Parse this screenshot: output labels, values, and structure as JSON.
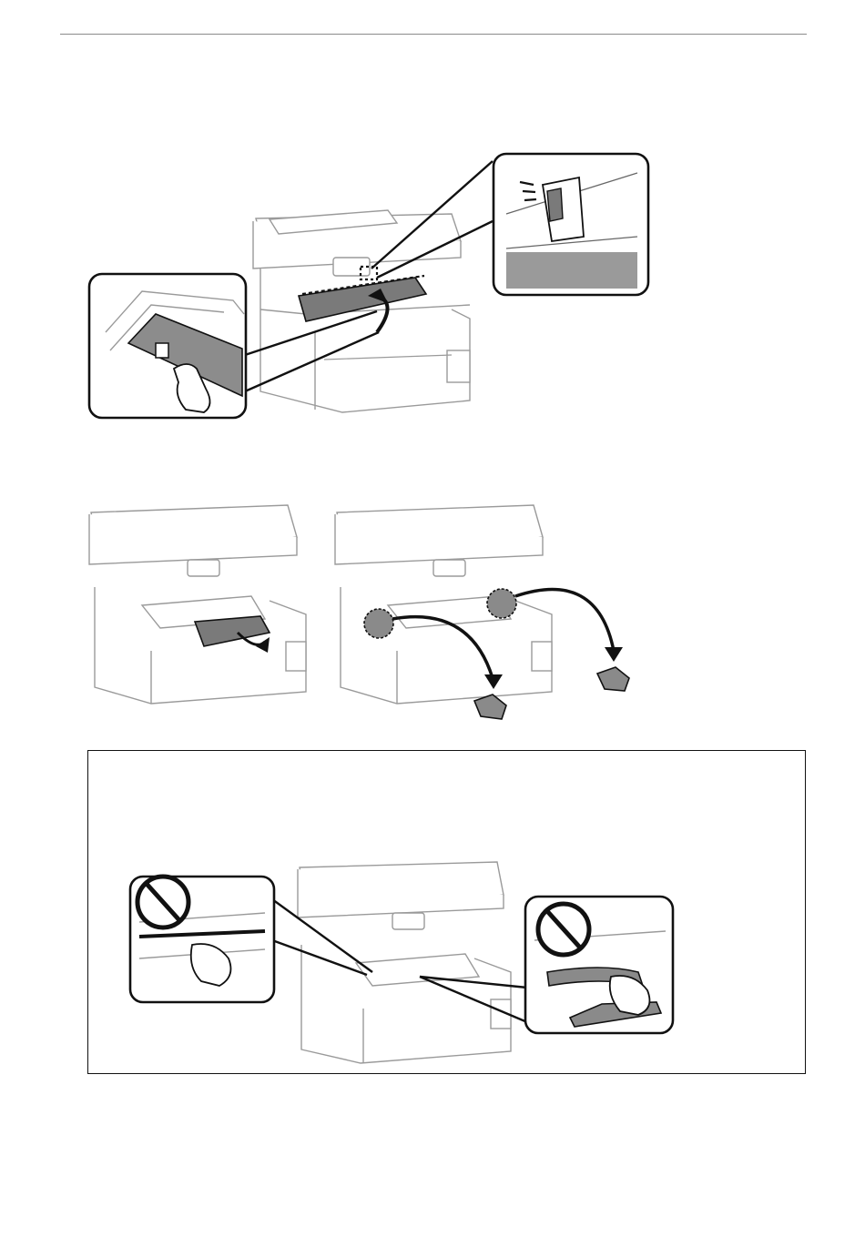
{
  "page": {
    "divider": "header-rule"
  },
  "figures": [
    {
      "id": "fig-open-unit",
      "icon": "printer-open-scanner-unit-illustration"
    },
    {
      "id": "fig-remove-paper",
      "icon": "printer-remove-jammed-paper-illustration"
    },
    {
      "id": "fig-caution",
      "icon": "do-not-touch-inside-illustration"
    }
  ],
  "colors": {
    "outline": "#9a9a9a",
    "ink": "#111111",
    "paper": "#7a7a7a"
  }
}
